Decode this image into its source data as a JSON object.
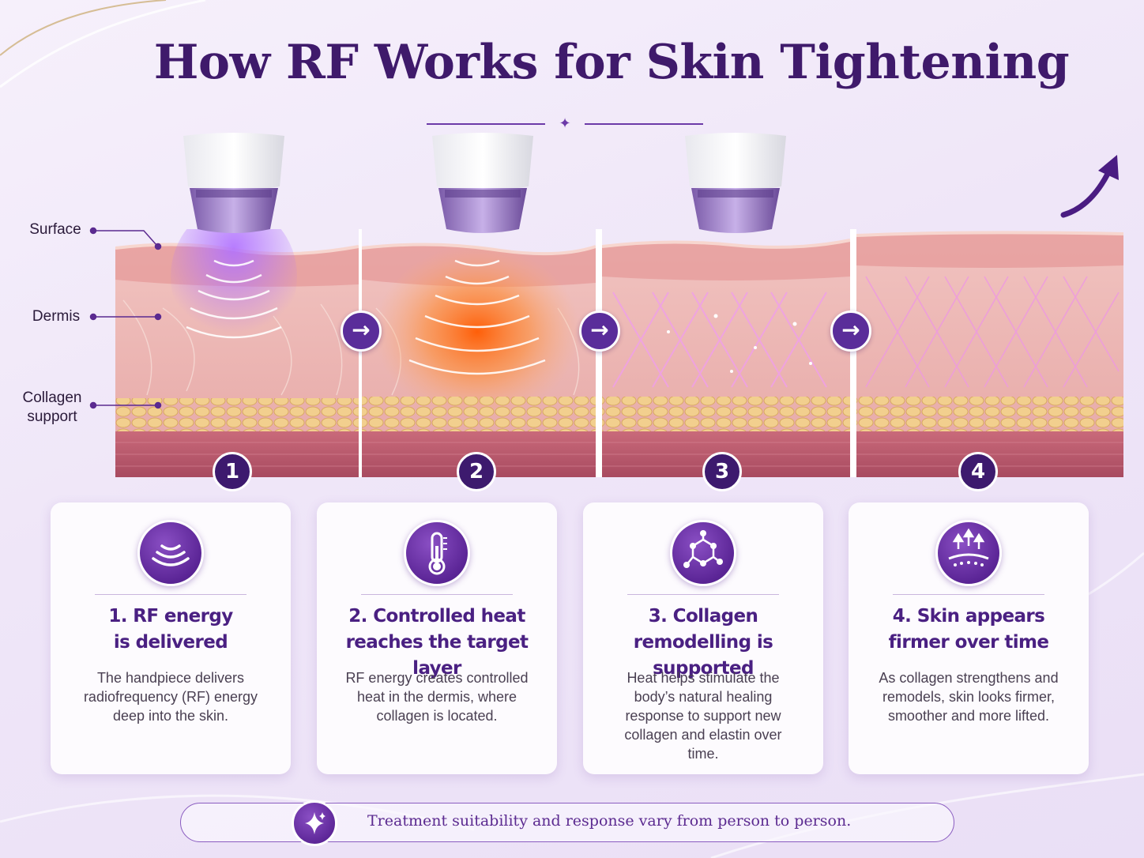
{
  "title": "How RF Works for Skin Tightening",
  "layer_labels": {
    "surface": "Surface",
    "dermis": "Dermis",
    "collagen_line1": "Collagen",
    "collagen_line2": "support"
  },
  "step_numbers": [
    "1",
    "2",
    "3",
    "4"
  ],
  "cards": [
    {
      "icon": "rf-waves-icon",
      "heading_line1": "1. RF energy",
      "heading_line2": "is delivered",
      "body": "The handpiece delivers radiofrequency (RF) energy deep into the skin."
    },
    {
      "icon": "thermometer-icon",
      "heading_line1": "2. Controlled heat",
      "heading_line2": "reaches the target layer",
      "body": "RF energy creates controlled heat in the dermis, where collagen is located."
    },
    {
      "icon": "molecule-icon",
      "heading_line1": "3. Collagen",
      "heading_line2": "remodelling is supported",
      "body": "Heat helps stimulate the body’s natural healing response to support new collagen and elastin over time."
    },
    {
      "icon": "lift-arrows-icon",
      "heading_line1": "4. Skin appears",
      "heading_line2": "firmer over time",
      "body": "As collagen strengthens and remodels, skin looks firmer, smoother and more lifted."
    }
  ],
  "footer_note": "Treatment suitability and response vary from person to person.",
  "colors": {
    "brand_purple": "#3f1a6b",
    "accent_purple": "#5b2596",
    "heat_orange": "#ff7a1a",
    "skin_pink": "#e9a8a6"
  }
}
